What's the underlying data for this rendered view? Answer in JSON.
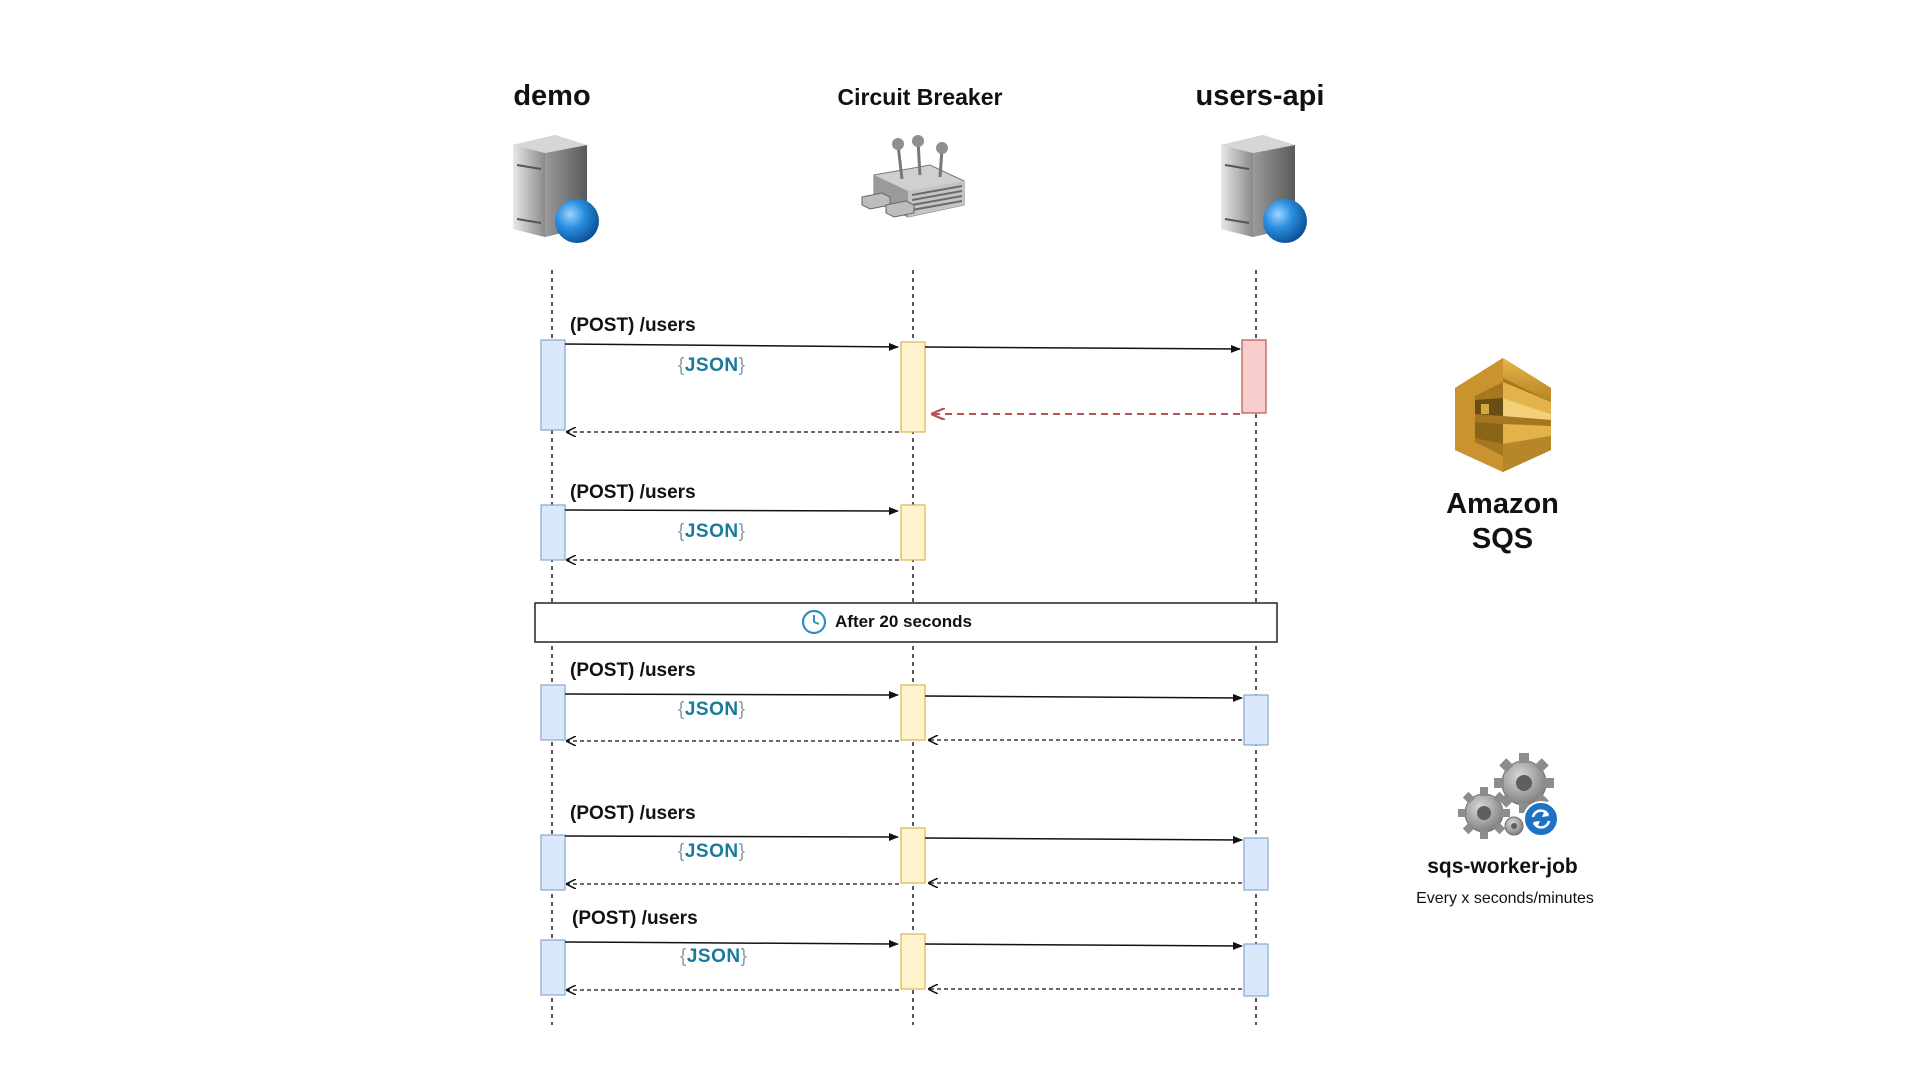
{
  "participants": {
    "demo": "demo",
    "breaker": "Circuit Breaker",
    "users_api": "users-api"
  },
  "messages": [
    {
      "label": "(POST) /users",
      "payload": "JSON"
    },
    {
      "label": "(POST) /users",
      "payload": "JSON"
    },
    {
      "label": "(POST) /users",
      "payload": "JSON"
    },
    {
      "label": "(POST) /users",
      "payload": "JSON"
    },
    {
      "label": "(POST) /users",
      "payload": "JSON"
    }
  ],
  "note": {
    "text": "After 20 seconds",
    "icon": "clock-icon"
  },
  "sqs": {
    "line1": "Amazon",
    "line2": "SQS",
    "icon": "amazon-sqs-icon"
  },
  "worker": {
    "title": "sqs-worker-job",
    "subtitle": "Every x seconds/minutes",
    "icon": "gears-sync-icon"
  },
  "colors": {
    "demo_activation": "#dae8fc",
    "breaker_activation": "#fff2cc",
    "error_activation": "#f8cecc",
    "error_return": "#b85450",
    "json_text": "#1a7a9c"
  }
}
